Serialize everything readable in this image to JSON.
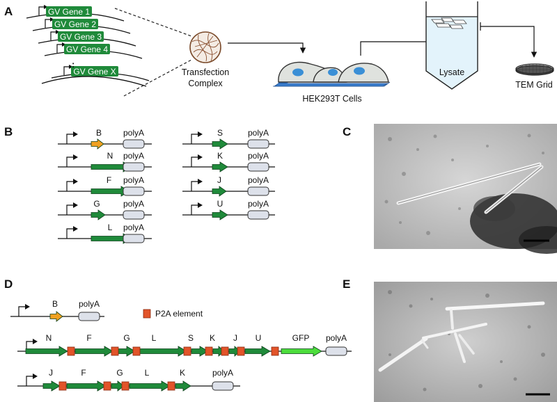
{
  "panels": {
    "A": "A",
    "B": "B",
    "C": "C",
    "D": "D",
    "E": "E"
  },
  "panelA": {
    "genes": [
      "GV Gene 1",
      "GV Gene 2",
      "GV Gene 3",
      "GV Gene 4",
      "GV Gene X"
    ],
    "ellipsis": ":",
    "transfection": [
      "Transfection",
      "Complex"
    ],
    "cells_label": "HEK293T Cells",
    "lysate_label": "Lysate",
    "tem_label": "TEM Grid"
  },
  "panelB": {
    "polyA": "polyA",
    "left_genes": [
      "B",
      "N",
      "F",
      "G",
      "L"
    ],
    "right_genes": [
      "S",
      "K",
      "J",
      "U"
    ]
  },
  "panelD": {
    "row1_gene": "B",
    "polyA": "polyA",
    "legend_label": "P2A element",
    "row2_genes": [
      "N",
      "F",
      "G",
      "L",
      "S",
      "K",
      "J",
      "U",
      "GFP"
    ],
    "row3_genes": [
      "J",
      "F",
      "G",
      "L",
      "K"
    ]
  },
  "colors": {
    "green": "#1f8a3a",
    "orange": "#f0a020",
    "light_green": "#4cdd3c",
    "p2a": "#e2542a",
    "polyA_fill": "#dde1ea",
    "cell_fill": "#dfe2de",
    "nucleus": "#3a8fd6"
  }
}
